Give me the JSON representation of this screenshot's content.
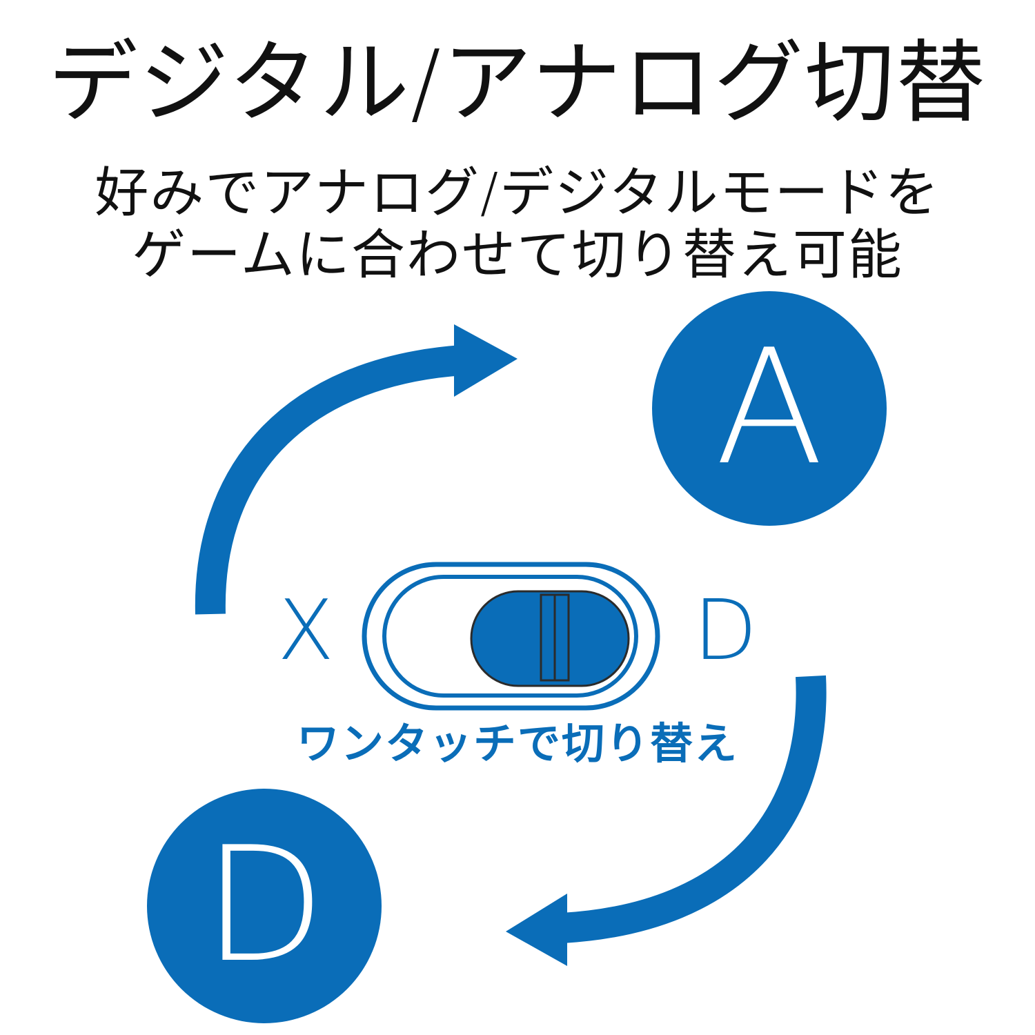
{
  "title": "デジタル/アナログ切替",
  "subtitle_line1": "好みでアナログ/デジタルモードを",
  "subtitle_line2": "ゲームに合わせて切り替え可能",
  "switch_label": "ワンタッチで切り替え",
  "switch_left_letter": "X",
  "switch_right_letter": "D",
  "circle_top_letter": "A",
  "circle_bottom_letter": "D",
  "colors": {
    "accent": "#0a6db8",
    "knob_outline": "#2b2b2b",
    "text": "#111111"
  }
}
